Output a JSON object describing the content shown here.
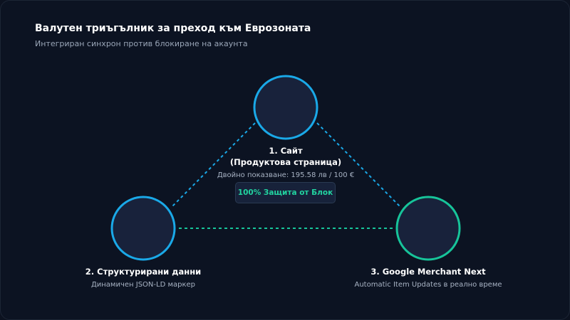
{
  "title": "Валутен триъгълник за преход към Еврозоната",
  "subtitle": "Интегриран синхрон против блокиране на акаунта",
  "nodes": [
    {
      "title_line1": "1. Сайт",
      "title_line2": "(Продуктова страница)",
      "description": "Двойно показване: 195.58 лв / 100 €",
      "ring_color": "#1aa9e8"
    },
    {
      "title": "2. Структурирани данни",
      "description": "Динамичен JSON-LD маркер",
      "ring_color": "#1aa9e8"
    },
    {
      "title": "3. Google Merchant Next",
      "description": "Automatic Item Updates в реално време",
      "ring_color": "#17c49a"
    }
  ],
  "badge": "100% Защита от Блок",
  "colors": {
    "background": "#0c1322",
    "node_fill": "#18223b",
    "blue_link": "#1aa9e8",
    "green_link": "#17c49a",
    "badge_text": "#22d3a0"
  }
}
